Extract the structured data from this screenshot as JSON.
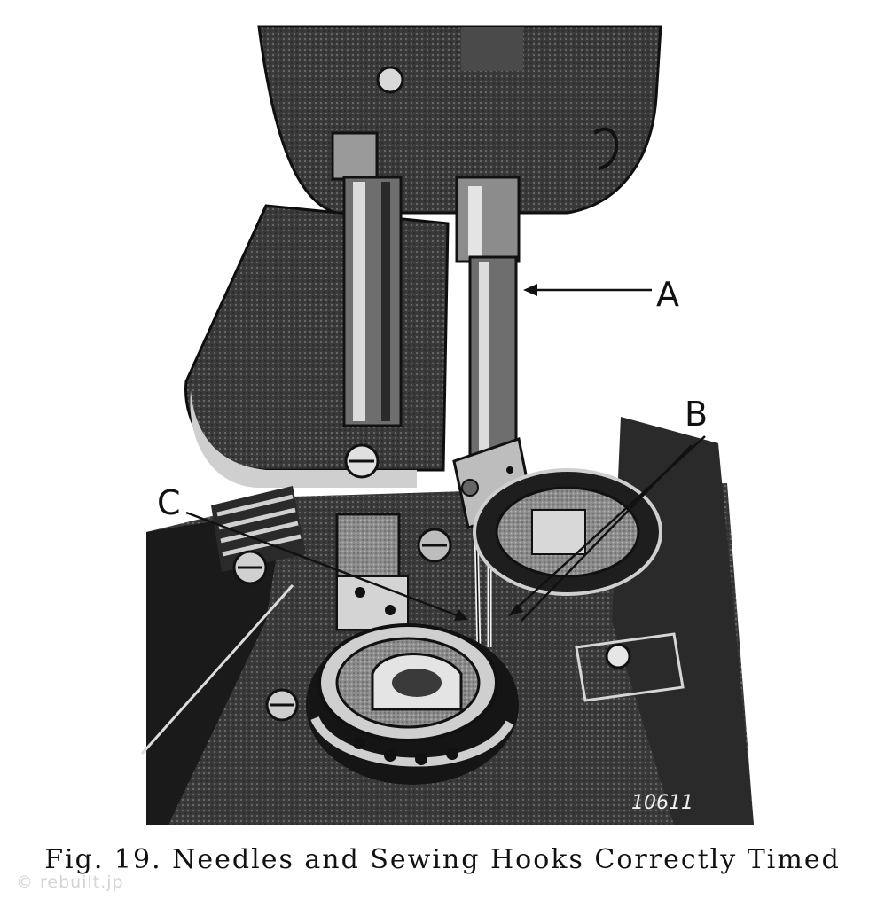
{
  "caption": "Fig. 19.   Needles and Sewing Hooks Correctly Timed",
  "labels": {
    "a": "A",
    "b": "B",
    "c": "C"
  },
  "plate_number": "10611",
  "watermark": "© rebuilt.jp",
  "colors": {
    "ink": "#111111",
    "dark": "#2c2c2c",
    "mid": "#5e5e5e",
    "light": "#bdbdbd",
    "paper": "#ffffff"
  }
}
